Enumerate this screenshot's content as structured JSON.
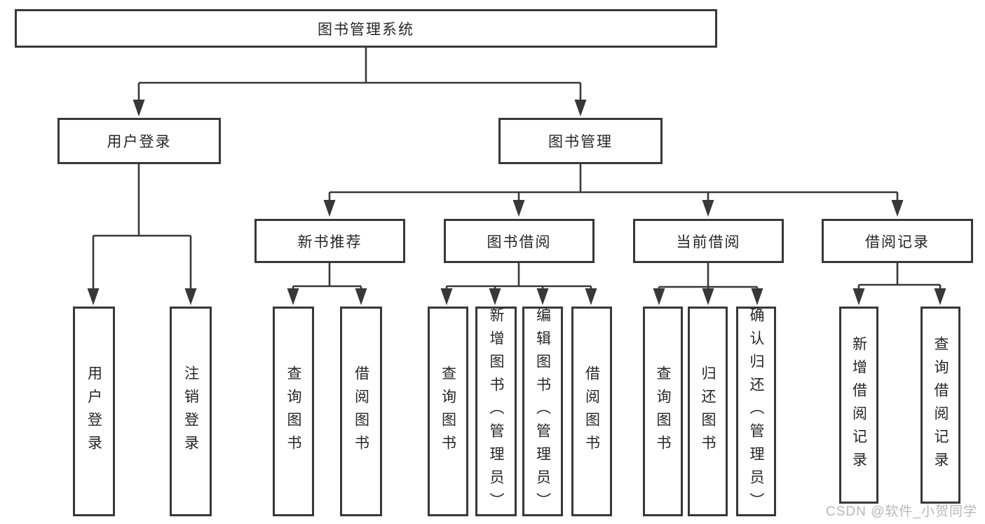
{
  "title": {
    "label": "图书管理系统"
  },
  "login": {
    "label": "用户登录",
    "children": [
      {
        "label": "用户登录"
      },
      {
        "label": "注销登录"
      }
    ]
  },
  "mgmt": {
    "label": "图书管理",
    "children": [
      {
        "label": "新书推荐",
        "children": [
          {
            "label": "查询图书"
          },
          {
            "label": "借阅图书"
          }
        ]
      },
      {
        "label": "图书借阅",
        "children": [
          {
            "label": "查询图书"
          },
          {
            "label": "新增图书（管理员）"
          },
          {
            "label": "编辑图书（管理员）"
          },
          {
            "label": "借阅图书"
          }
        ]
      },
      {
        "label": "当前借阅",
        "children": [
          {
            "label": "查询图书"
          },
          {
            "label": "归还图书"
          },
          {
            "label": "确认归还（管理员）"
          }
        ]
      },
      {
        "label": "借阅记录",
        "children": [
          {
            "label": "新增借阅记录"
          },
          {
            "label": "查询借阅记录"
          }
        ]
      }
    ]
  },
  "watermark": {
    "text": "CSDN @软件_小贺同学"
  },
  "colors": {
    "line": "#383838",
    "text": "#262626",
    "watermark": "#b8b8b8",
    "background": "#ffffff"
  }
}
